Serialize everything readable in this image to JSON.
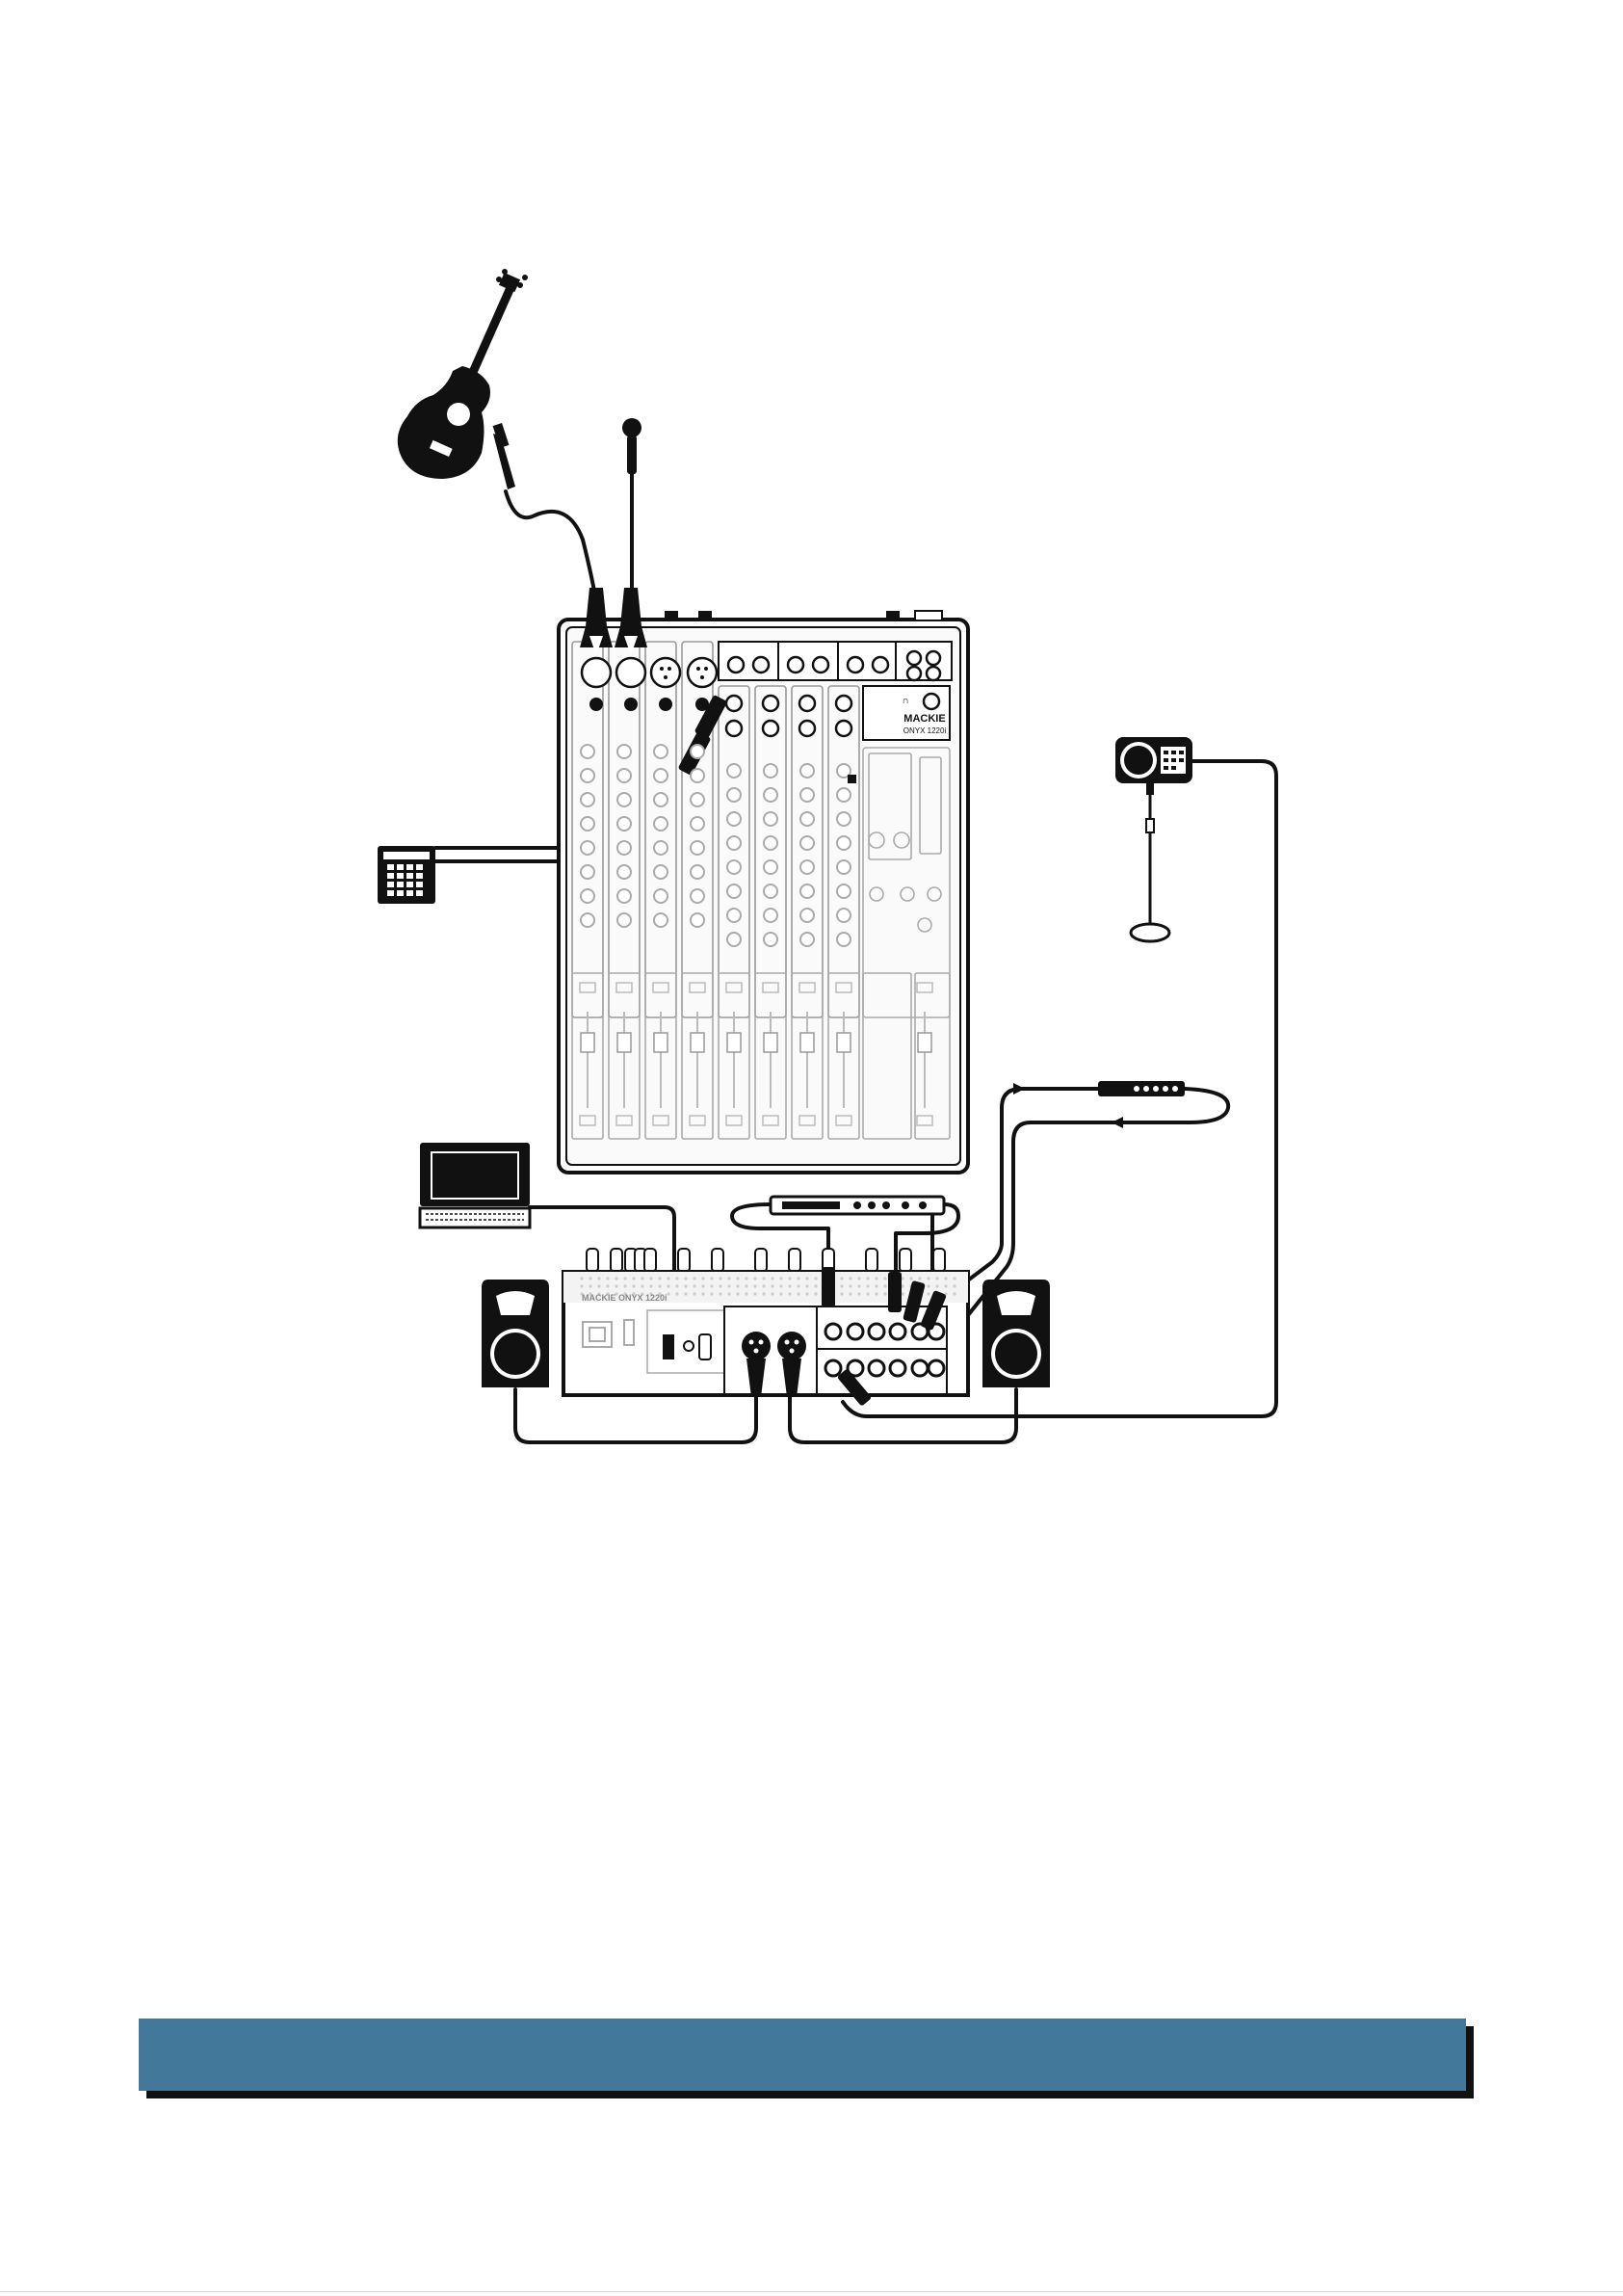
{
  "colors": {
    "ink": "#111111",
    "panel": "#f4f4f4",
    "banner": "#42789a",
    "banner_shadow": "#111111"
  },
  "mixer": {
    "brand": "MACKIE",
    "model": "ONYX 1220i",
    "rear_brand": "MACKIE ONYX 1220i"
  },
  "banner": {
    "text": ""
  }
}
